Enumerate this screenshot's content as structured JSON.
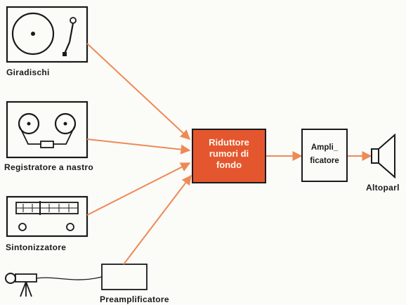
{
  "labels": {
    "turntable": "Giradischi",
    "tape_recorder": "Registratore a nastro",
    "tuner": "Sintonizzatore",
    "preamplifier": "Preamplificatore",
    "speaker": "Altoparl"
  },
  "noise_reducer": {
    "line1": "Riduttore",
    "line2": "rumori di",
    "line3": "fondo"
  },
  "amplifier": {
    "line1": "Ampli_",
    "line2": "ficatore"
  },
  "colors": {
    "accent": "#e4572e",
    "arrow": "#ee8a55",
    "ink": "#1a1a1a",
    "background": "#fbfbf8"
  }
}
